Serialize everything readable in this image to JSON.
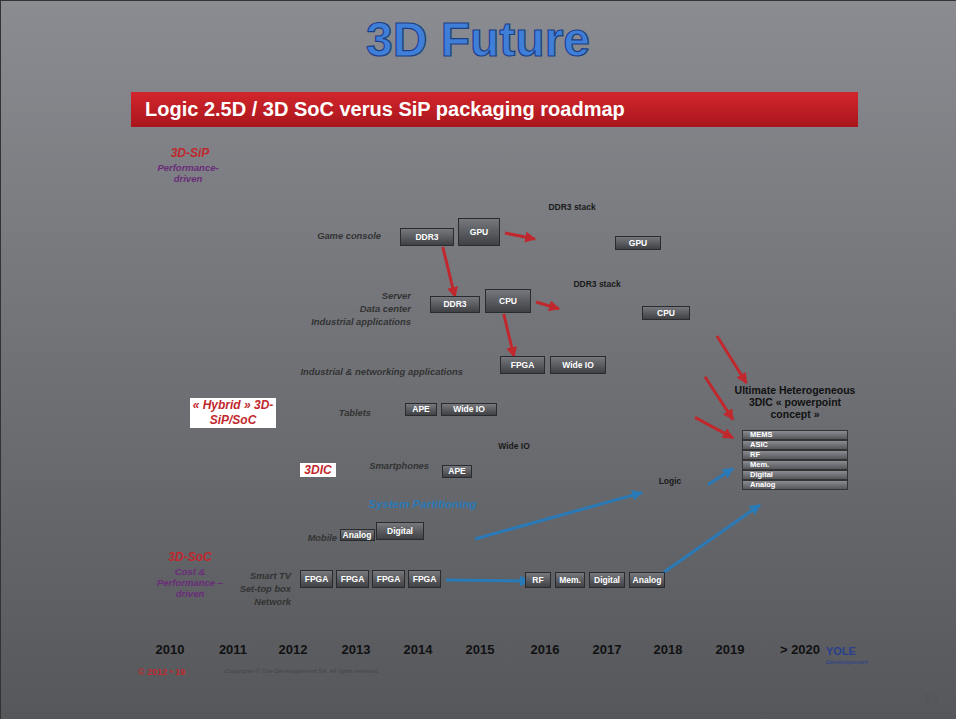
{
  "diagram": {
    "title": "3D Future",
    "nodes": [
      {
        "text": [
          "Logic 2.5D / 3D SoC verus SiP packaging roadmap"
        ]
      },
      {
        "text": [
          "Game console"
        ]
      },
      {
        "text": [
          "DDR3"
        ],
        "in": 1
      },
      {
        "text": [
          "GPU"
        ],
        "in": 1
      },
      {
        "text": [
          "DDR3 stack"
        ],
        "in": 1
      },
      {
        "text": [
          "GPU"
        ],
        "in": 1
      },
      {
        "text": [
          "Server",
          "Data center",
          "Industrial applications"
        ]
      },
      {
        "text": [
          "DDR3"
        ],
        "in": 6
      },
      {
        "text": [
          "CPU"
        ],
        "in": 6
      },
      {
        "text": [
          "DDR3 stack"
        ],
        "in": 6
      },
      {
        "text": [
          "CPU"
        ],
        "in": 6
      },
      {
        "text": [
          "Industrial & networking applications"
        ]
      },
      {
        "text": [
          "FPGA"
        ],
        "in": 11
      },
      {
        "text": [
          "Wide IO"
        ],
        "in": 11
      },
      {
        "text": [
          "Tablets"
        ]
      },
      {
        "text": [
          "APE"
        ],
        "in": 14
      },
      {
        "text": [
          "Wide IO"
        ],
        "in": 14
      },
      {
        "text": [
          "Smartphones"
        ]
      },
      {
        "text": [
          "APE"
        ],
        "in": 17
      },
      {
        "text": [
          "Wide IO"
        ],
        "in": 17
      },
      {
        "text": [
          "Logic"
        ]
      },
      {
        "text": [
          "Mobile"
        ]
      },
      {
        "text": [
          "Digital"
        ],
        "in": 21
      },
      {
        "text": [
          "Analog"
        ],
        "in": 21
      },
      {
        "text": [
          "Smart TV",
          "Set-top box",
          "Network"
        ]
      },
      {
        "text": [
          "FPGA"
        ],
        "in": 24
      },
      {
        "text": [
          "FPGA"
        ],
        "in": 24
      },
      {
        "text": [
          "FPGA"
        ],
        "in": 24
      },
      {
        "text": [
          "FPGA"
        ],
        "in": 24
      },
      {
        "text": [
          "RF"
        ],
        "in": 24
      },
      {
        "text": [
          "Mem."
        ],
        "in": 24
      },
      {
        "text": [
          "Digital"
        ],
        "in": 24
      },
      {
        "text": [
          "Analog"
        ],
        "in": 24
      },
      {
        "text": [
          "Ultimate Heterogeneous 3DIC « powerpoint concept »"
        ]
      },
      {
        "text": [
          "MEMS"
        ],
        "in": 33
      },
      {
        "text": [
          "ASIC"
        ],
        "in": 33
      },
      {
        "text": [
          "RF"
        ],
        "in": 33
      },
      {
        "text": [
          "Mem."
        ],
        "in": 33
      },
      {
        "text": [
          "Digital"
        ],
        "in": 33
      },
      {
        "text": [
          "Analog"
        ],
        "in": 33
      }
    ],
    "edges": [
      {
        "from": 3,
        "to": 4,
        "arrow": "to"
      },
      {
        "from": 2,
        "to": 7,
        "arrow": "to"
      },
      {
        "from": 8,
        "to": 9,
        "arrow": "to"
      },
      {
        "from": 8,
        "to": 12,
        "arrow": "to"
      },
      {
        "from": 6,
        "to": 33,
        "arrow": "to"
      },
      {
        "from": 11,
        "to": 33,
        "arrow": "to"
      },
      {
        "from": 14,
        "to": 33,
        "arrow": "to"
      },
      {
        "from": 20,
        "to": 33,
        "arrow": "to"
      },
      {
        "from": 21,
        "to": 20,
        "arrow": "to"
      },
      {
        "from": 28,
        "to": 29,
        "arrow": "to"
      },
      {
        "from": 32,
        "to": 33,
        "arrow": "to"
      }
    ],
    "labels": [
      "3D-SiP",
      "Performance-driven",
      "« Hybrid » 3D-SiP/SoC",
      "3DIC",
      "System Partitioning",
      "3D-SoC",
      "Cost & Performance – driven",
      "2010",
      "2011",
      "2012",
      "2013",
      "2014",
      "2015",
      "2016",
      "2017",
      "2018",
      "2019",
      "> 2020",
      "© 2012 • 19",
      "Copyrights © Yole Développement SA. All rights reserved.",
      "YOLE",
      "Développement",
      "13"
    ]
  }
}
